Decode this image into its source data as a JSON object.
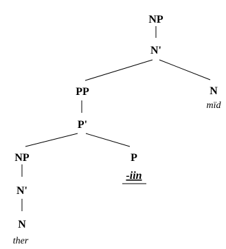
{
  "nodes": {
    "np_top": "NP",
    "nbar_top": "N'",
    "pp": "PP",
    "n_right": "N",
    "pbar": "P'",
    "np_low": "NP",
    "p": "P",
    "nbar_low": "N'",
    "n_low": "N"
  },
  "words": {
    "mid": "mïd",
    "iin": "-iin",
    "ther": "ther"
  }
}
